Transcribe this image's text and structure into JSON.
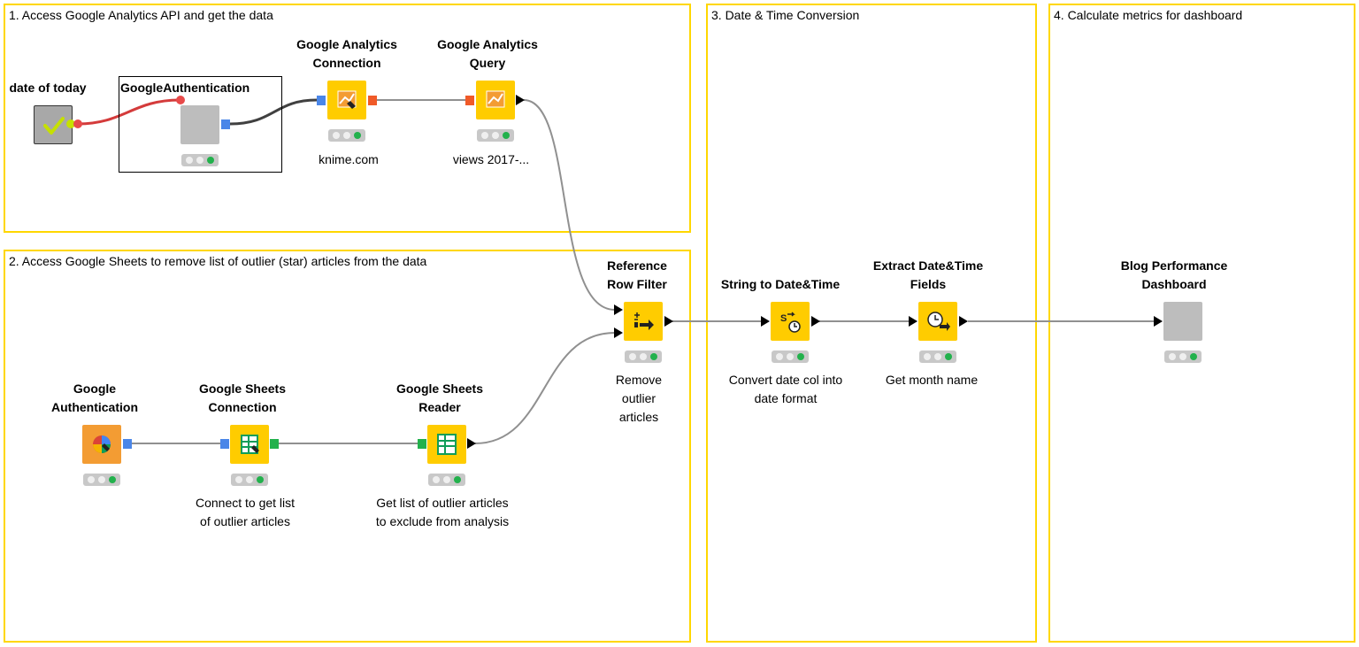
{
  "colors": {
    "annotation_border": "#ffd700",
    "node_yellow": "#ffcc00",
    "node_orange": "#f39c33",
    "node_gray": "#bdbdbd",
    "port_blue": "#4a86e8",
    "port_orange": "#f05a28",
    "port_green": "#22b14c",
    "flow_variable": "#e84a4a",
    "connection": "#909090",
    "status_green": "#22b14c"
  },
  "annotations": {
    "a1": "1. Access Google Analytics API and get the data",
    "a2": "2. Access Google  Sheets to remove list of outlier (star) articles from the data",
    "a3": "3. Date & Time Conversion",
    "a4": "4. Calculate metrics for dashboard"
  },
  "metanode": {
    "label": "GoogleAuthentication"
  },
  "nodes": {
    "date_of_today": {
      "title": "date of today",
      "icon": "check-icon"
    },
    "google_auth_meta": {
      "icon": "component-icon"
    },
    "ga_connection": {
      "title": "Google Analytics\nConnection",
      "caption": "knime.com",
      "icon": "analytics-plug-icon"
    },
    "ga_query": {
      "title": "Google Analytics\nQuery",
      "caption": "views 2017-...",
      "icon": "analytics-chart-icon"
    },
    "google_authentication": {
      "title": "Google\nAuthentication",
      "icon": "google-authentication-icon"
    },
    "sheets_connection": {
      "title": "Google Sheets\nConnection",
      "caption": "Connect to get list\nof outlier  articles",
      "icon": "sheets-plug-icon"
    },
    "sheets_reader": {
      "title": "Google Sheets\nReader",
      "caption": "Get list of  outlier  articles\nto exclude from analysis",
      "icon": "sheets-table-icon"
    },
    "reference_row_filter": {
      "title": "Reference\nRow Filter",
      "caption": "Remove\noutlier\narticles",
      "icon": "row-filter-icon"
    },
    "string_to_datetime": {
      "title": "String to Date&Time",
      "caption": "Convert date col into\ndate format",
      "icon": "string-to-clock-icon"
    },
    "extract_datetime": {
      "title": "Extract Date&Time\nFields",
      "caption": "Get month name",
      "icon": "clock-extract-icon"
    },
    "blog_dashboard": {
      "title": "Blog Performance\nDashboard",
      "icon": "component-icon"
    }
  }
}
